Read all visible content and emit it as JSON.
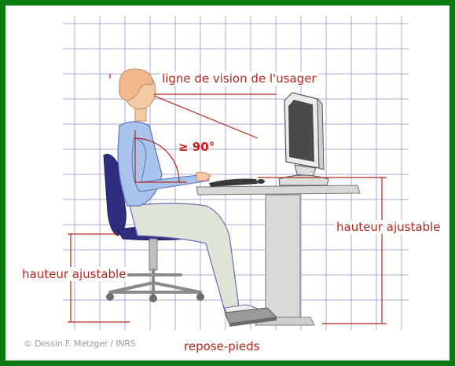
{
  "labels": {
    "vision_line": "ligne de vision  de l'usager",
    "angle": "≥ 90°",
    "desk_height": "hauteur ajustable",
    "seat_height": "hauteur ajustable",
    "footrest": "repose-pieds"
  },
  "credit": "© Dessin F. Metzger / INRS",
  "colors": {
    "frame": "#0a7a12",
    "grid": "#8f8ec9",
    "annotation": "#b3261e",
    "angle_text": "#d11a1a"
  },
  "icons": [
    "person-figure-icon",
    "office-chair-icon",
    "desk-icon",
    "monitor-icon",
    "keyboard-icon",
    "mouse-icon",
    "footrest-icon"
  ]
}
